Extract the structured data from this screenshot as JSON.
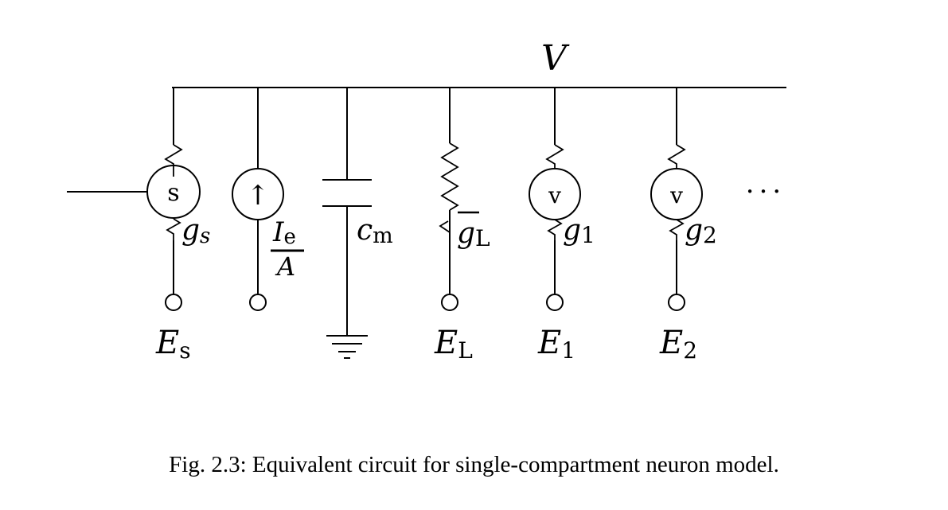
{
  "node_label": "V",
  "branches": {
    "synapse": {
      "symbol": "s",
      "conductance": "g",
      "conductance_sub": "s",
      "reversal": "E",
      "reversal_sub": "s"
    },
    "current": {
      "symbol": "↑",
      "numerator": "I",
      "numerator_sub": "e",
      "denominator": "A"
    },
    "capacitor": {
      "label": "c",
      "label_sub": "m"
    },
    "leak": {
      "conductance": "g",
      "conductance_sub": "L",
      "reversal": "E",
      "reversal_sub": "L"
    },
    "channel1": {
      "symbol": "v",
      "conductance": "g",
      "conductance_sub": "1",
      "reversal": "E",
      "reversal_sub": "1"
    },
    "channel2": {
      "symbol": "v",
      "conductance": "g",
      "conductance_sub": "2",
      "reversal": "E",
      "reversal_sub": "2"
    }
  },
  "ellipsis": "···",
  "caption": "Fig. 2.3: Equivalent circuit for single-compartment neuron model."
}
